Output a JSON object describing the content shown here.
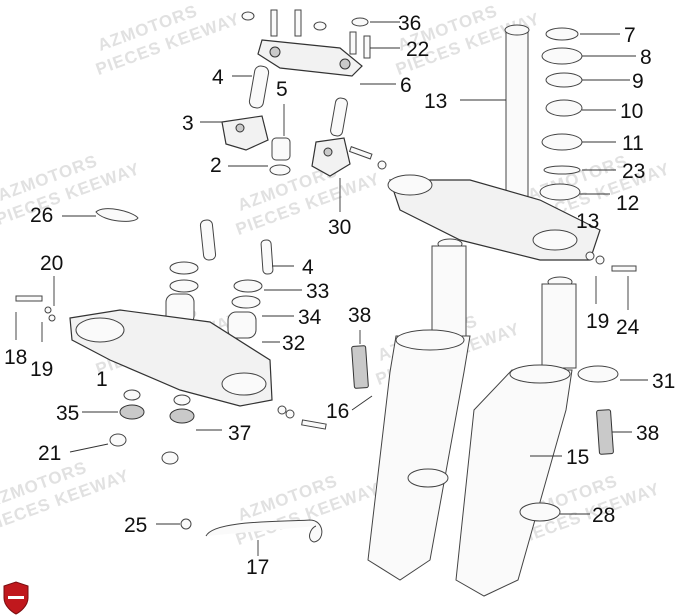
{
  "watermark": {
    "line1": "AZMOTORS",
    "line2": "PIECES KEEWAY"
  },
  "callouts": {
    "c36": "36",
    "c22": "22",
    "c7": "7",
    "c8": "8",
    "c9": "9",
    "c10": "10",
    "c11": "11",
    "c23": "23",
    "c12": "12",
    "c13a": "13",
    "c13b": "13",
    "c6": "6",
    "c4a": "4",
    "c5": "5",
    "c3": "3",
    "c2": "2",
    "c30": "30",
    "c26": "26",
    "c20": "20",
    "c18": "18",
    "c19a": "19",
    "c1": "1",
    "c4b": "4",
    "c33": "33",
    "c34": "34",
    "c32": "32",
    "c38a": "38",
    "c16": "16",
    "c35": "35",
    "c37": "37",
    "c21": "21",
    "c19b": "19",
    "c24": "24",
    "c31": "31",
    "c38b": "38",
    "c15": "15",
    "c28": "28",
    "c25": "25",
    "c17": "17"
  },
  "brand_mark": "shield-logo"
}
